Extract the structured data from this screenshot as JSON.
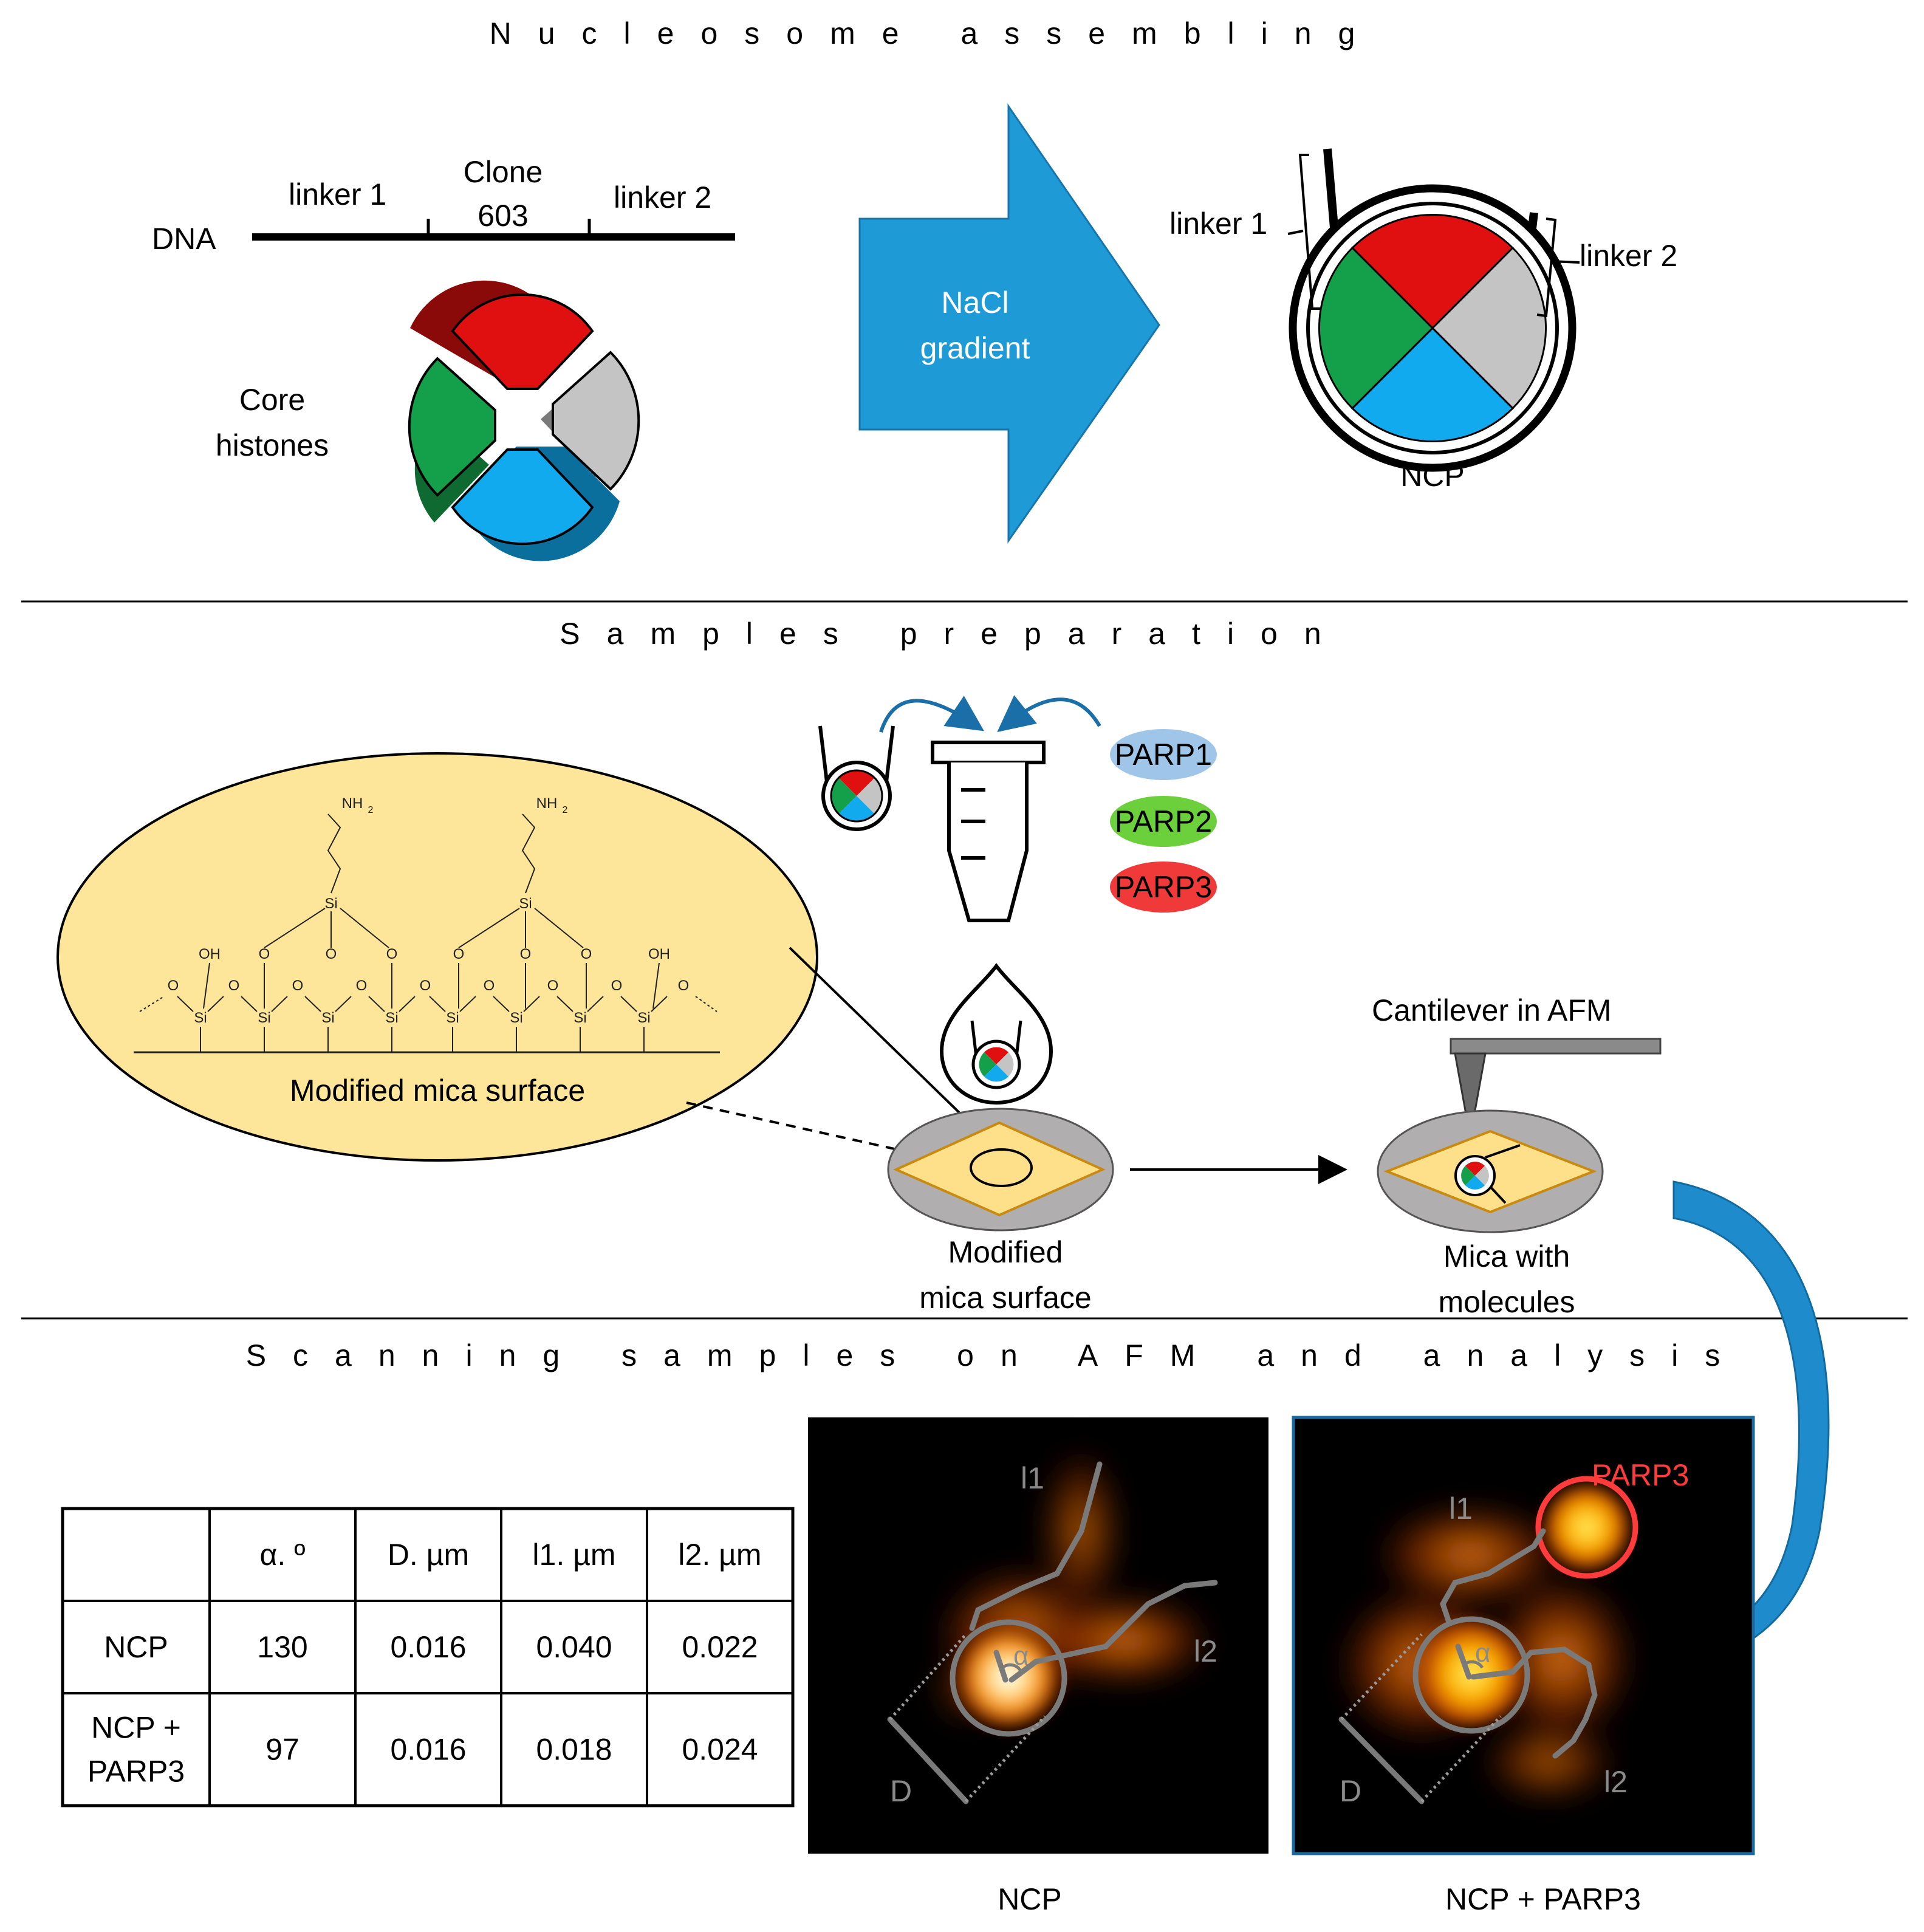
{
  "sections": {
    "assembly_title": "Nucleosome assembling",
    "prep_title": "Samples preparation",
    "scan_title": "Scanning samples on AFM and analysis"
  },
  "assembly": {
    "dna_label": "DNA",
    "linker1": "linker 1",
    "clone_line1": "Clone",
    "clone_line2": "603",
    "linker2": "linker 2",
    "core_line1": "Core",
    "core_line2": "histones",
    "arrow_line1": "NaCl",
    "arrow_line2": "gradient",
    "ncp_linker1": "linker 1",
    "ncp_linker2": "linker 2",
    "ncp_label": "NCP"
  },
  "prep": {
    "proteins": [
      {
        "label": "PARP1",
        "color": "#9fc5e8"
      },
      {
        "label": "PARP2",
        "color": "#6ccf3c"
      },
      {
        "label": "PARP3",
        "color": "#f03a3a"
      }
    ],
    "chem": {
      "nh2": "NH",
      "nh2_sub": "2",
      "si": "Si",
      "o": "O",
      "oh": "OH"
    },
    "ellipse_label": "Modified mica surface",
    "mica_line1": "Modified",
    "mica_line2": "mica surface",
    "cantilever_label": "Cantilever in AFM",
    "molecules_line1": "Mica with",
    "molecules_line2": "molecules"
  },
  "table": {
    "headers": [
      "",
      "α. º",
      "D. µm",
      "l1. µm",
      "l2. µm"
    ],
    "rows": [
      {
        "label_lines": [
          "NCP"
        ],
        "values": [
          "130",
          "0.016",
          "0.040",
          "0.022"
        ]
      },
      {
        "label_lines": [
          "NCP +",
          "PARP3"
        ],
        "values": [
          "97",
          "0.016",
          "0.018",
          "0.024"
        ]
      }
    ]
  },
  "afm": {
    "left": {
      "caption": "NCP",
      "l1": "l1",
      "l2": "l2",
      "d": "D",
      "alpha": "α"
    },
    "right": {
      "caption": "NCP + PARP3",
      "l1": "l1",
      "l2": "l2",
      "d": "D",
      "alpha": "α",
      "parp_label": "PARP3"
    }
  },
  "colors": {
    "arrow": "#1e9ad6",
    "histone_red": "#e01010",
    "histone_green": "#14a04a",
    "histone_grey": "#c4c4c4",
    "histone_blue": "#12aaee",
    "ellipse_fill": "#fde59a",
    "mica_grey": "#b0aeae",
    "mica_gold": "#ffe08a",
    "afm_border": "#1a6aa0",
    "parp_ring": "#ff3b3b"
  }
}
